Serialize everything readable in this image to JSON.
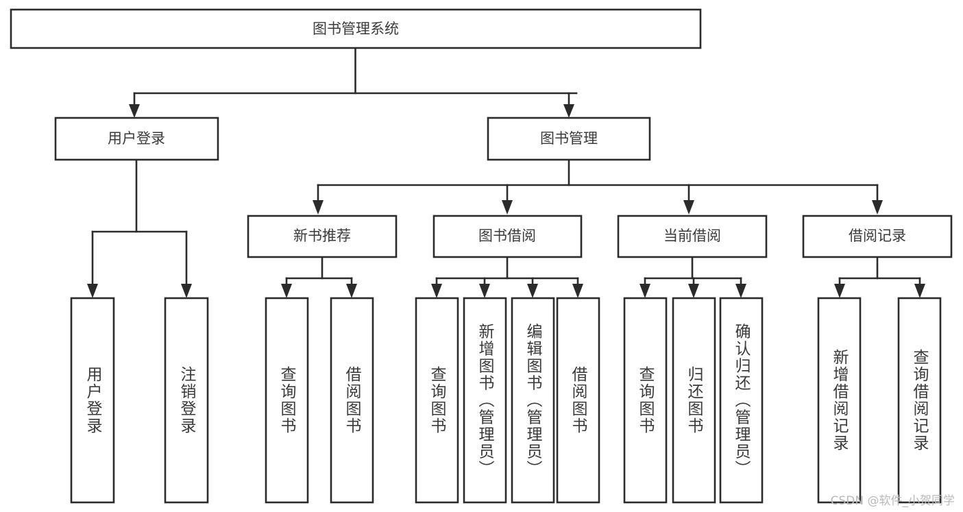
{
  "diagram": {
    "title": "图书管理系统",
    "type": "tree",
    "orientation": "top-down",
    "colors": {
      "background": "#ffffff",
      "box_fill": "#ffffff",
      "box_stroke": "#2b2b2b",
      "text": "#3a3a3a",
      "watermark": "#b9b9b9"
    },
    "root": {
      "label": "图书管理系统",
      "text_direction": "horizontal"
    },
    "level2": [
      {
        "label": "用户登录",
        "text_direction": "horizontal"
      },
      {
        "label": "图书管理",
        "text_direction": "horizontal"
      }
    ],
    "level3": [
      {
        "label": "新书推荐",
        "text_direction": "horizontal",
        "parent": "图书管理"
      },
      {
        "label": "图书借阅",
        "text_direction": "horizontal",
        "parent": "图书管理"
      },
      {
        "label": "当前借阅",
        "text_direction": "horizontal",
        "parent": "图书管理"
      },
      {
        "label": "借阅记录",
        "text_direction": "horizontal",
        "parent": "图书管理"
      }
    ],
    "leaves": [
      {
        "label": "用户登录",
        "parent": "用户登录",
        "text_direction": "vertical"
      },
      {
        "label": "注销登录",
        "parent": "用户登录",
        "text_direction": "vertical"
      },
      {
        "label": "查询图书",
        "parent": "新书推荐",
        "text_direction": "vertical"
      },
      {
        "label": "借阅图书",
        "parent": "新书推荐",
        "text_direction": "vertical"
      },
      {
        "label": "查询图书",
        "parent": "图书借阅",
        "text_direction": "vertical"
      },
      {
        "label": "新增图书（管理员）",
        "parent": "图书借阅",
        "text_direction": "vertical"
      },
      {
        "label": "编辑图书（管理员）",
        "parent": "图书借阅",
        "text_direction": "vertical"
      },
      {
        "label": "借阅图书",
        "parent": "图书借阅",
        "text_direction": "vertical"
      },
      {
        "label": "查询图书",
        "parent": "当前借阅",
        "text_direction": "vertical"
      },
      {
        "label": "归还图书",
        "parent": "当前借阅",
        "text_direction": "vertical"
      },
      {
        "label": "确认归还（管理员）",
        "parent": "当前借阅",
        "text_direction": "vertical"
      },
      {
        "label": "新增借阅记录",
        "parent": "借阅记录",
        "text_direction": "vertical"
      },
      {
        "label": "查询借阅记录",
        "parent": "借阅记录",
        "text_direction": "vertical"
      }
    ],
    "watermark": "CSDN @软件_小贺同学"
  }
}
